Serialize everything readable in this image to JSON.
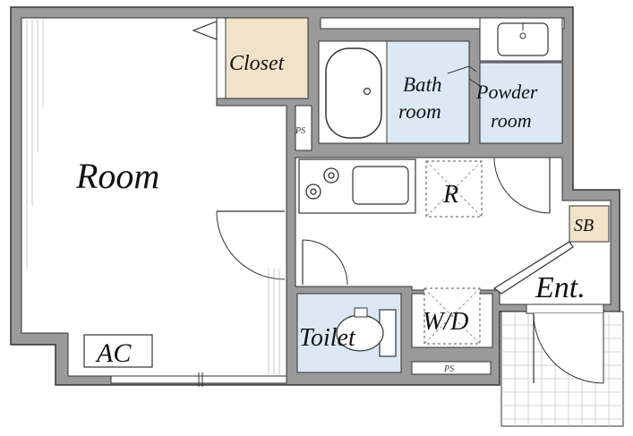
{
  "labels": {
    "room": "Room",
    "closet": "Closet",
    "bath_line1": "Bath",
    "bath_line2": "room",
    "powder_line1": "Powder",
    "powder_line2": "room",
    "fridge": "R",
    "sb": "SB",
    "entrance": "Ent.",
    "toilet": "Toilet",
    "washer": "W/D",
    "ac": "AC",
    "ps_upper": "PS",
    "ps_lower": "PS"
  },
  "colors": {
    "wall": "#9a9a9a",
    "wall_edge": "#333333",
    "wet_area": "#dce9f5",
    "closet": "#f1e3c8",
    "floor": "#ffffff",
    "entrance_tile": "#ffffff"
  }
}
